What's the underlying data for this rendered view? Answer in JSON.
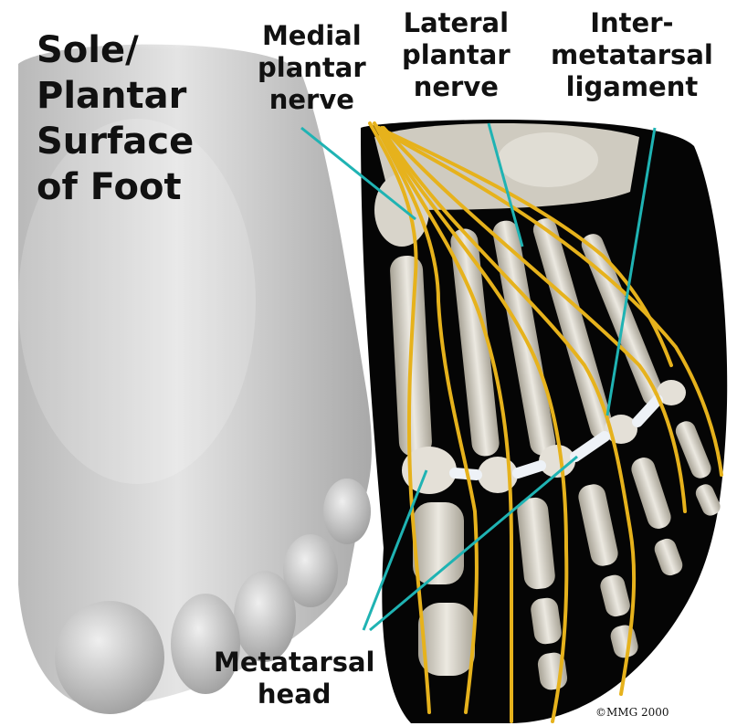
{
  "title": {
    "lines": [
      "Sole/",
      "Plantar",
      "Surface",
      "of Foot"
    ]
  },
  "labels": {
    "medial_plantar_nerve": {
      "lines": [
        "Medial",
        "plantar",
        "nerve"
      ]
    },
    "lateral_plantar_nerve": {
      "lines": [
        "Lateral",
        "plantar",
        "nerve"
      ]
    },
    "intermetatarsal_ligament": {
      "lines": [
        "Inter-",
        "metatarsal",
        "ligament"
      ]
    },
    "metatarsal_head": {
      "lines": [
        "Metatarsal",
        "head"
      ]
    }
  },
  "copyright": "©MMG 2000",
  "colors": {
    "background": "#ffffff",
    "skin": "#c9c9c9",
    "bone": "#dedbd2",
    "bone_shadow": "#9a958a",
    "nerve": "#e6b21c",
    "ligament": "#e9eef4",
    "leader_line": "#1fb3b3",
    "dark_background": "#050505",
    "text": "#111111"
  }
}
